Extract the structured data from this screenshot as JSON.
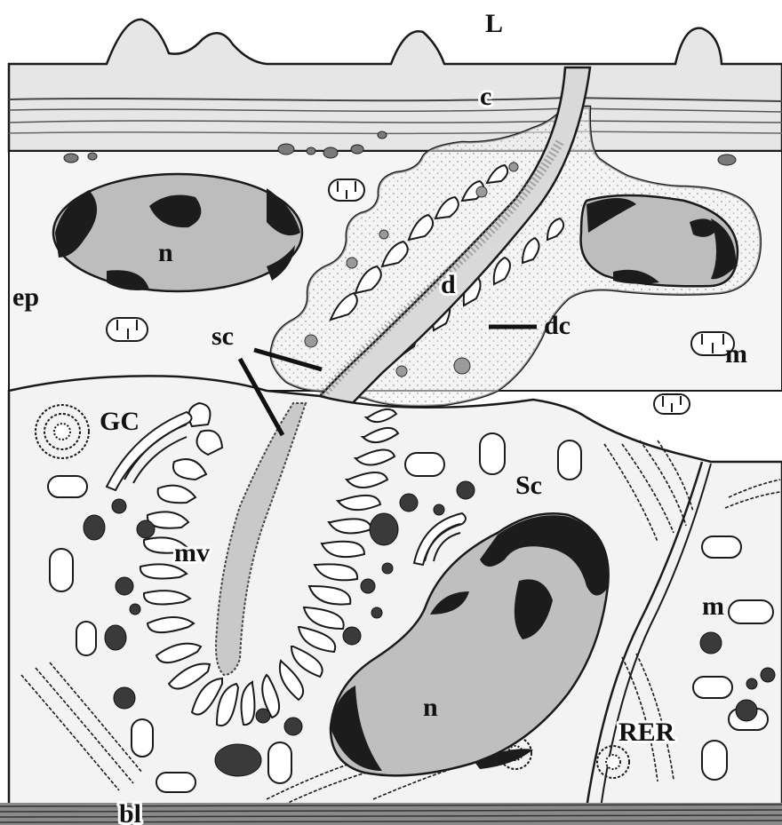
{
  "figure": {
    "labels": {
      "lumen": "L",
      "cuticle": "c",
      "epidermis": "ep",
      "nucleus_epidermis": "n",
      "dendrite": "d",
      "dendritic_cell": "dc",
      "mitochondrion_right": "m",
      "sheath_cell_pointer": "sc",
      "golgi_complex": "GC",
      "scolopale_cell": "Sc",
      "microvilli": "mv",
      "mitochondrion_lower": "m",
      "nucleus_scolopale": "n",
      "rough_er": "RER",
      "basal_lamina": "bl"
    },
    "colors": {
      "cell_fill": "#efefef",
      "cuticle_fill": "#e2e2e2",
      "nucleus_fill": "#b9b9b9",
      "heterochromatin": "#1c1c1c",
      "outline": "#1a1a1a"
    }
  }
}
